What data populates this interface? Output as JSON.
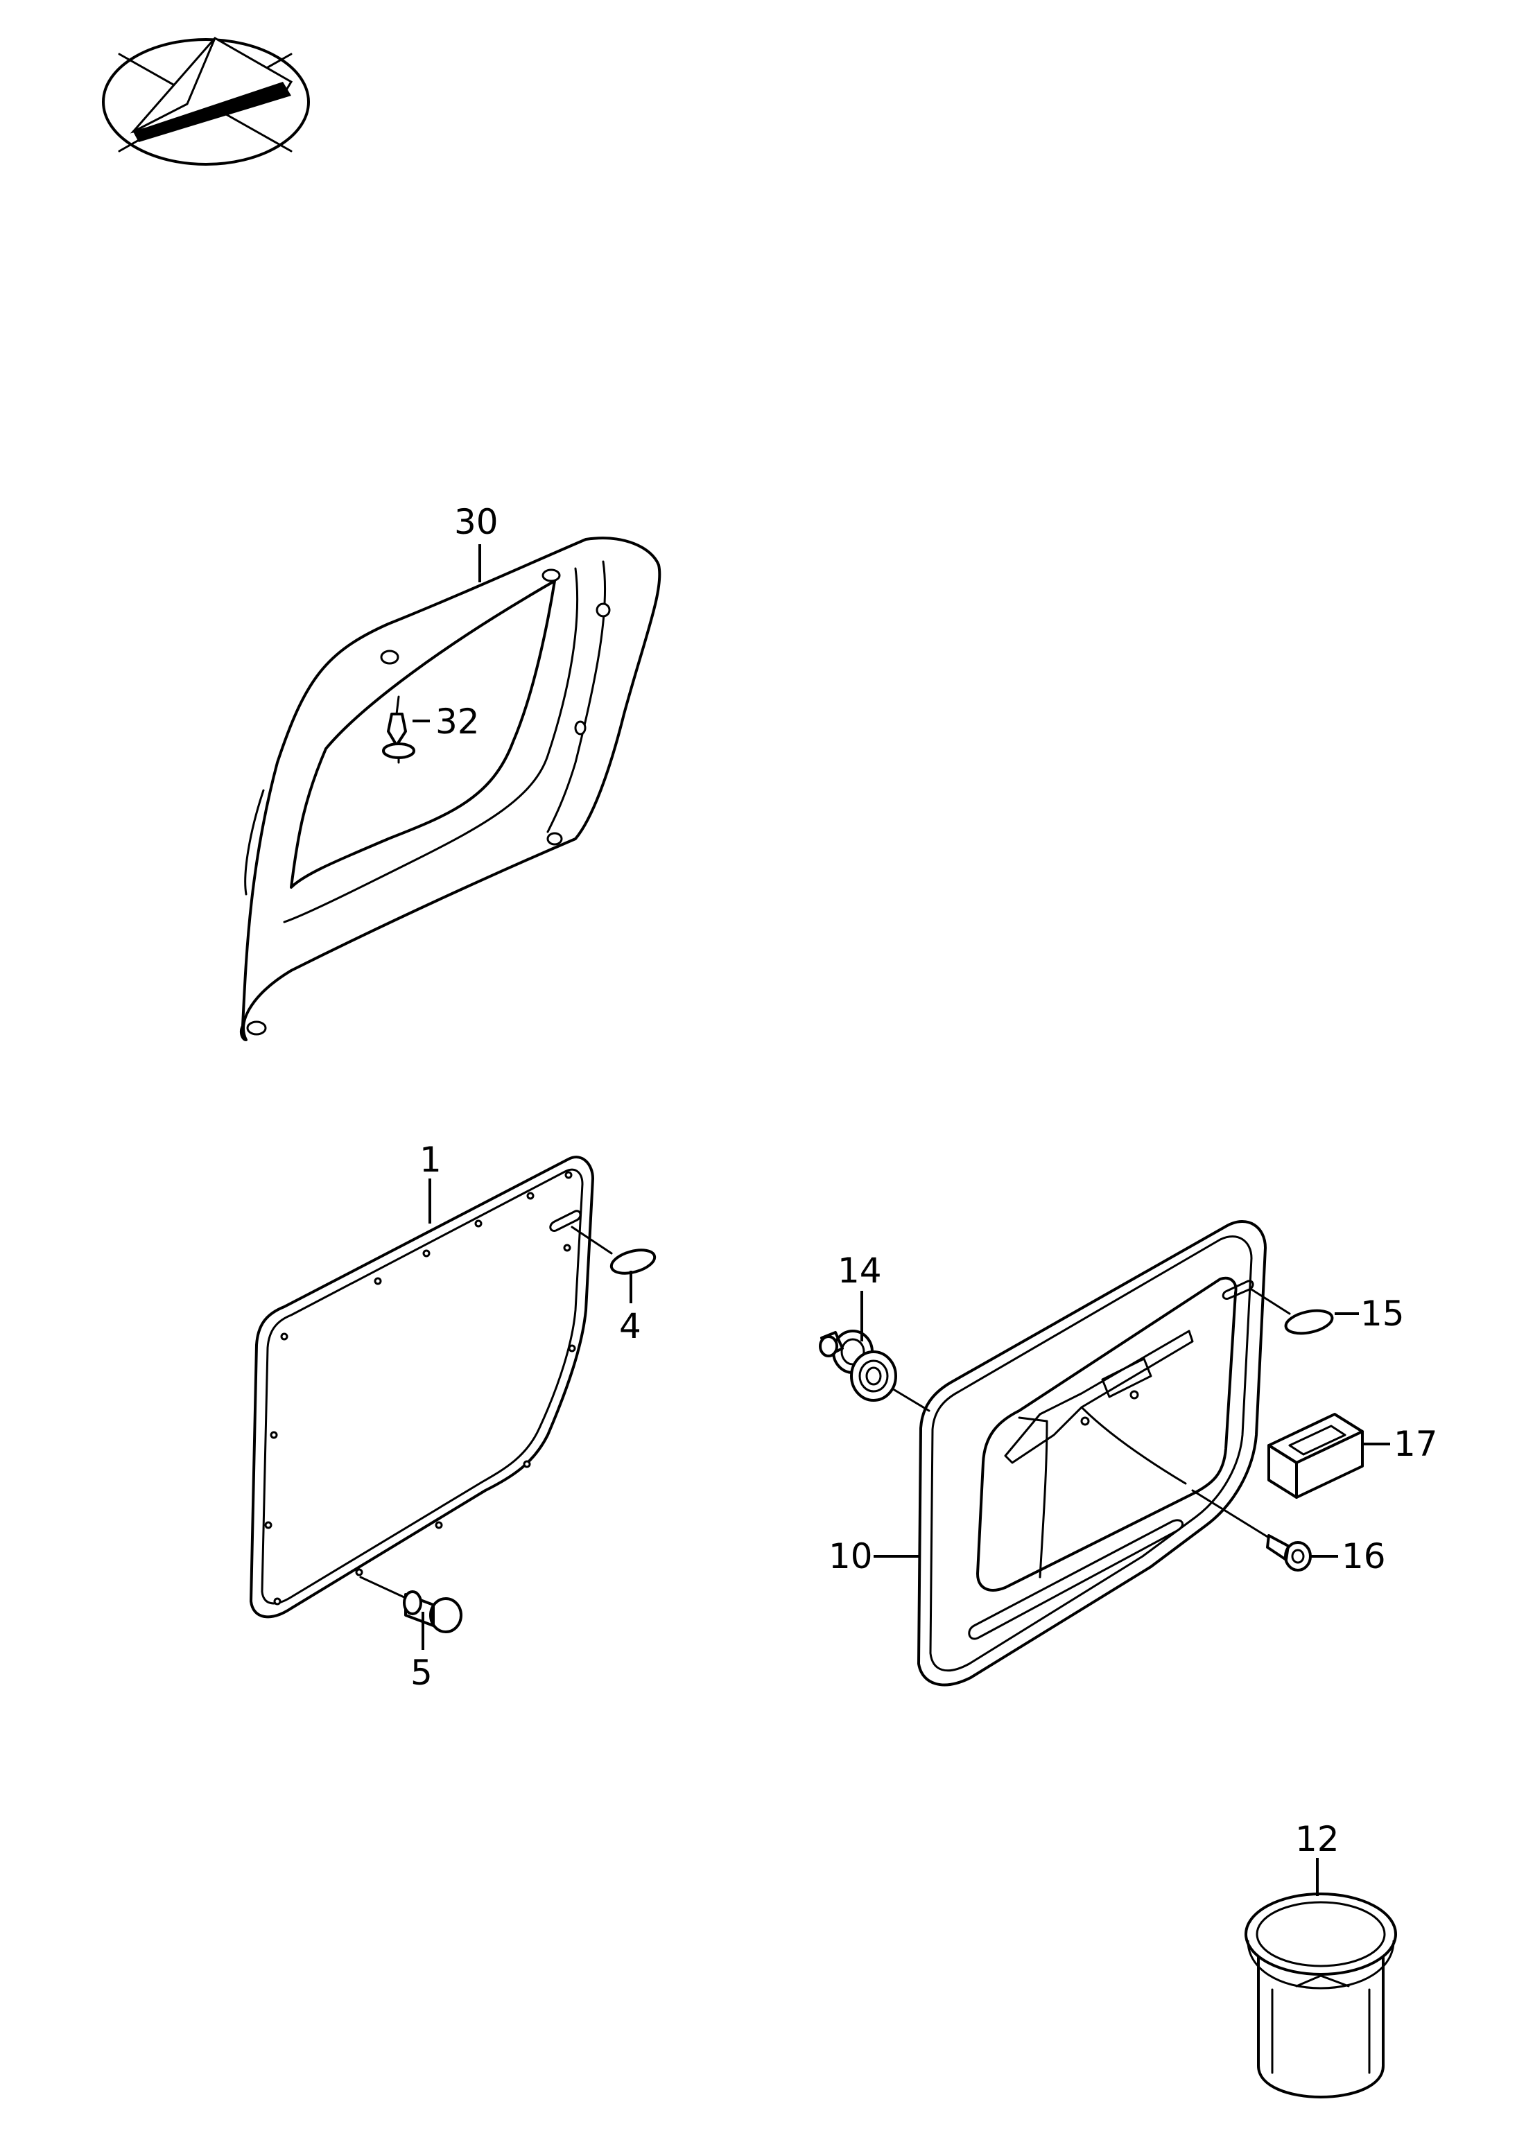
{
  "callouts": {
    "c30": "30",
    "c32": "32",
    "c1": "1",
    "c4": "4",
    "c5": "5",
    "c14": "14",
    "c15": "15",
    "c17": "17",
    "c10": "10",
    "c16": "16",
    "c12": "12"
  },
  "icons": {
    "orientation": "orientation-arrow-icon"
  },
  "colors": {
    "line": "#000000",
    "background": "#ffffff"
  }
}
